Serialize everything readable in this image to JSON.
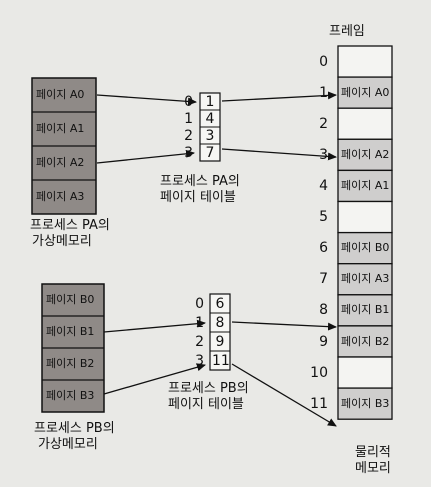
{
  "frame_title": "프레임",
  "process_a": {
    "pages": [
      {
        "label": "페이지 A0"
      },
      {
        "label": "페이지 A1"
      },
      {
        "label": "페이지 A2"
      },
      {
        "label": "페이지 A3"
      }
    ],
    "vm_caption_line1": "프로세스 PA의",
    "vm_caption_line2": "가상메모리",
    "pt_caption_line1": "프로세스 PA의",
    "pt_caption_line2": "페이지 테이블",
    "page_table": [
      {
        "index": "0",
        "frame": "1"
      },
      {
        "index": "1",
        "frame": "4"
      },
      {
        "index": "2",
        "frame": "3"
      },
      {
        "index": "3",
        "frame": "7"
      }
    ]
  },
  "process_b": {
    "pages": [
      {
        "label": "페이지 B0"
      },
      {
        "label": "페이지 B1"
      },
      {
        "label": "페이지 B2"
      },
      {
        "label": "페이지 B3"
      }
    ],
    "vm_caption_line1": "프로세스 PB의",
    "vm_caption_line2": "가상메모리",
    "pt_caption_line1": "프로세스 PB의",
    "pt_caption_line2": "페이지 테이블",
    "page_table": [
      {
        "index": "0",
        "frame": "6"
      },
      {
        "index": "1",
        "frame": "8"
      },
      {
        "index": "2",
        "frame": "9"
      },
      {
        "index": "3",
        "frame": "11"
      }
    ]
  },
  "physical_memory": {
    "caption_line1": "물리적",
    "caption_line2": "메모리",
    "frames": [
      {
        "index": "0",
        "content": ""
      },
      {
        "index": "1",
        "content": "페이지 A0"
      },
      {
        "index": "2",
        "content": ""
      },
      {
        "index": "3",
        "content": "페이지 A2"
      },
      {
        "index": "4",
        "content": "페이지 A1"
      },
      {
        "index": "5",
        "content": ""
      },
      {
        "index": "6",
        "content": "페이지 B0"
      },
      {
        "index": "7",
        "content": "페이지 A3"
      },
      {
        "index": "8",
        "content": "페이지 B1"
      },
      {
        "index": "9",
        "content": "페이지 B2"
      },
      {
        "index": "10",
        "content": ""
      },
      {
        "index": "11",
        "content": "페이지 B3"
      }
    ]
  },
  "colors": {
    "page_fill": "#8f8a87",
    "frame_fill": "#cfcecd",
    "background": "#e9e9e6"
  }
}
